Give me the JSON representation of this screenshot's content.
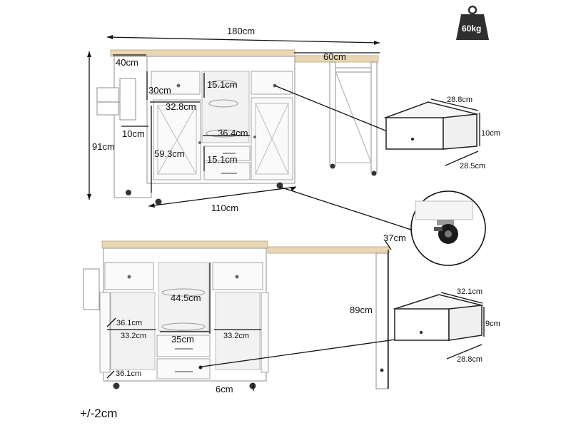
{
  "weight_badge": {
    "text": "60kg"
  },
  "tolerance": "+/-2cm",
  "dimensions": {
    "width_total": "180cm",
    "top_depth": "40cm",
    "extension_length": "60cm",
    "drawer_height": "30cm",
    "rack_depth": "15.1cm",
    "shelf_width": "32.8cm",
    "side_rack_depth": "10cm",
    "height_total": "91cm",
    "carousel_width": "36.4cm",
    "cabinet_height": "59.3cm",
    "small_drawer_depth": "15.1cm",
    "base_width": "110cm",
    "table_depth": "37cm",
    "carousel_height": "44.5cm",
    "table_height": "89cm",
    "left_cabinet_depth": "36.1cm",
    "left_cabinet_width": "33.2cm",
    "center_width": "35cm",
    "right_cabinet_width": "33.2cm",
    "bottom_depth": "36.1cm",
    "wheel_height": "6cm"
  },
  "drawer_top": {
    "width": "28.8cm",
    "height": "10cm",
    "depth": "28.5cm"
  },
  "drawer_bottom": {
    "width": "32.1cm",
    "height": "9cm",
    "depth": "28.8cm"
  },
  "colors": {
    "wood": "#e9d7b4",
    "cabinet": "#ffffff",
    "badge": "#2f2f2f"
  },
  "icons": [
    "weight-icon",
    "caster-wheel-icon",
    "drawer-icon",
    "handle-icon"
  ]
}
